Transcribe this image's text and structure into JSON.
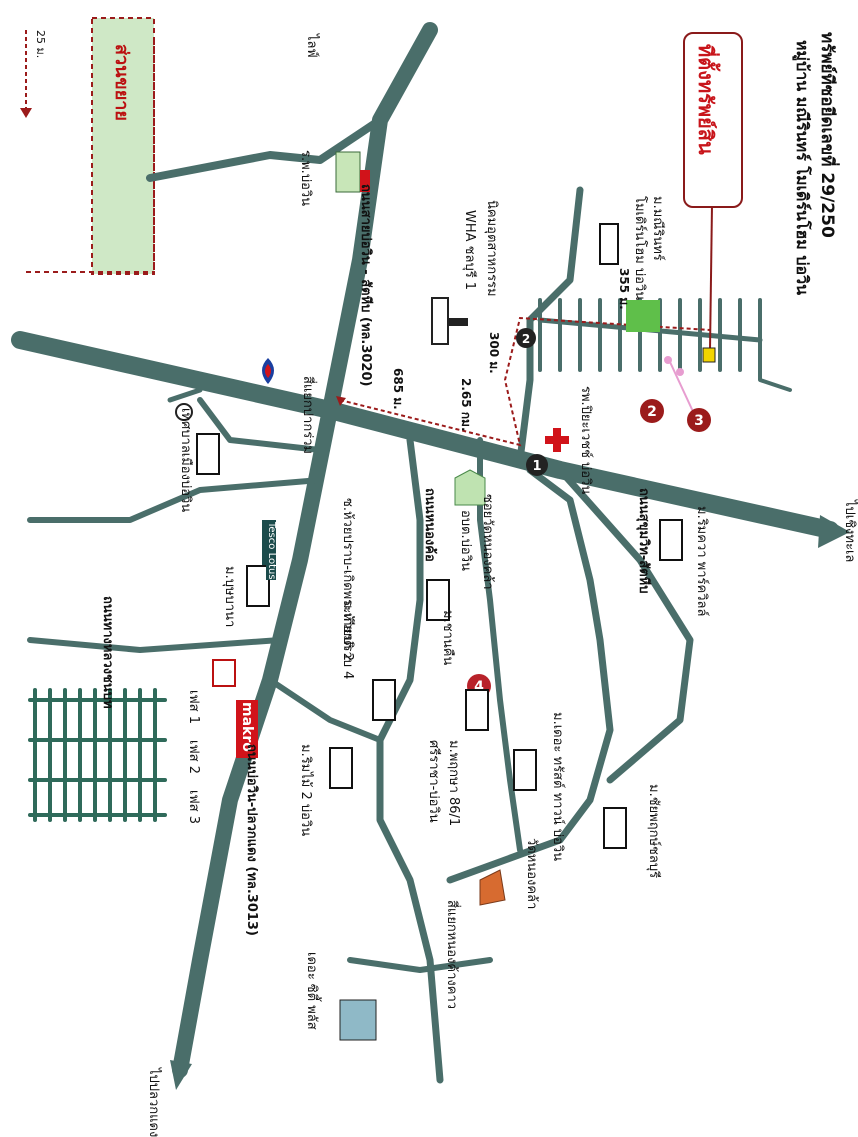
{
  "header": {
    "line1": "ทรัพย์ทีซอยีดเลขที่ 29/250",
    "line2": "หมู่บ้าน มณีรินทร์ โมเดิร์นโฮม บ่อวิน"
  },
  "property_badge": "ที่ตั้งทรัพย์สิน",
  "places": {
    "lanai": "ไลฟ์",
    "land_for_sale": "ส่วนขยาย",
    "dist_25": "25 ม.",
    "bowin_hospital": "ร.พ.บ่อวิน",
    "manee_village": "ม.มณีรินทร์",
    "manee_modern": "โมเดิร์นโฮม บ่อวิน",
    "dist_355": "355 ม.",
    "wha": "WHA ชลบุรี 1",
    "industrial": "นิคมอุตสาหกรรม",
    "dist_300": "300 ม.",
    "dist_685": "685 ม.",
    "dist_265": "2.65 กม.",
    "ptt_junction": "สี่แยกปากร่วม",
    "piyavej": "รพ.ปิยะเวชช์ บ่อวิน",
    "bowin_municipality": "เทศบาลเมืองบ่อวิน",
    "hwy_road": "ถนนสายบ่อวิน - สัตหีบ (ทล.3020)",
    "tesco_lotus": "Tesco Lotus",
    "thanakarn_village": "ม.บุษบานา",
    "road_bottom": "ถนนทางหลวงชนบท",
    "soi_huaipradu": "ซ.ห้วยปราบ-เกิดพระเกียรติ 2",
    "soi_wat": "ซอยวัดหนองคล้า",
    "ortorkor": "อบต.บ่อวิน",
    "huaipradu4": "ม.ห้วยปราบ 4",
    "sanfuen": "ม.ชานคืน",
    "pruksa": "ม.พฤกษา 86/1",
    "siracha_bowin": "ศรีราชา-บ่อวิน",
    "rimtai": "ม.ริมไม้ 2 บ่อวิน",
    "makro": "makro",
    "phase1": "เฟส 1",
    "phase2": "เฟส 2",
    "phase3": "เฟส 3",
    "rimkwa": "ม.ริมควา พาร์ควิลล์",
    "sukhumvit_road": "ถนนสุขุมวิท-สัตหีบ",
    "chengtalay": "ไปเชิงทะเล",
    "road_right": "ถนนหนองค้อ",
    "the_trust": "ม.เดอะ ทรัสต์ ทาวน์ บ่อวิน",
    "mueang_chonburi": "ม.ชัยพฤกษ์ชลบุรี",
    "wat_nong": "วัดหนองคล้า",
    "junction_bottom": "สี่แยกหนองค้างคาว",
    "the_city": "เดอะ ซิตี้ พลัส",
    "to_plaengyao": "ไปปลวกแดง",
    "road_to_rayong": "ถนนบ่อวิน-ปลวกแดง (ทล.3013)"
  },
  "colors": {
    "road": "#4a6e6a",
    "red": "#c8151b",
    "green": "#cfe8c6",
    "dashed": "#9b1b1b"
  }
}
